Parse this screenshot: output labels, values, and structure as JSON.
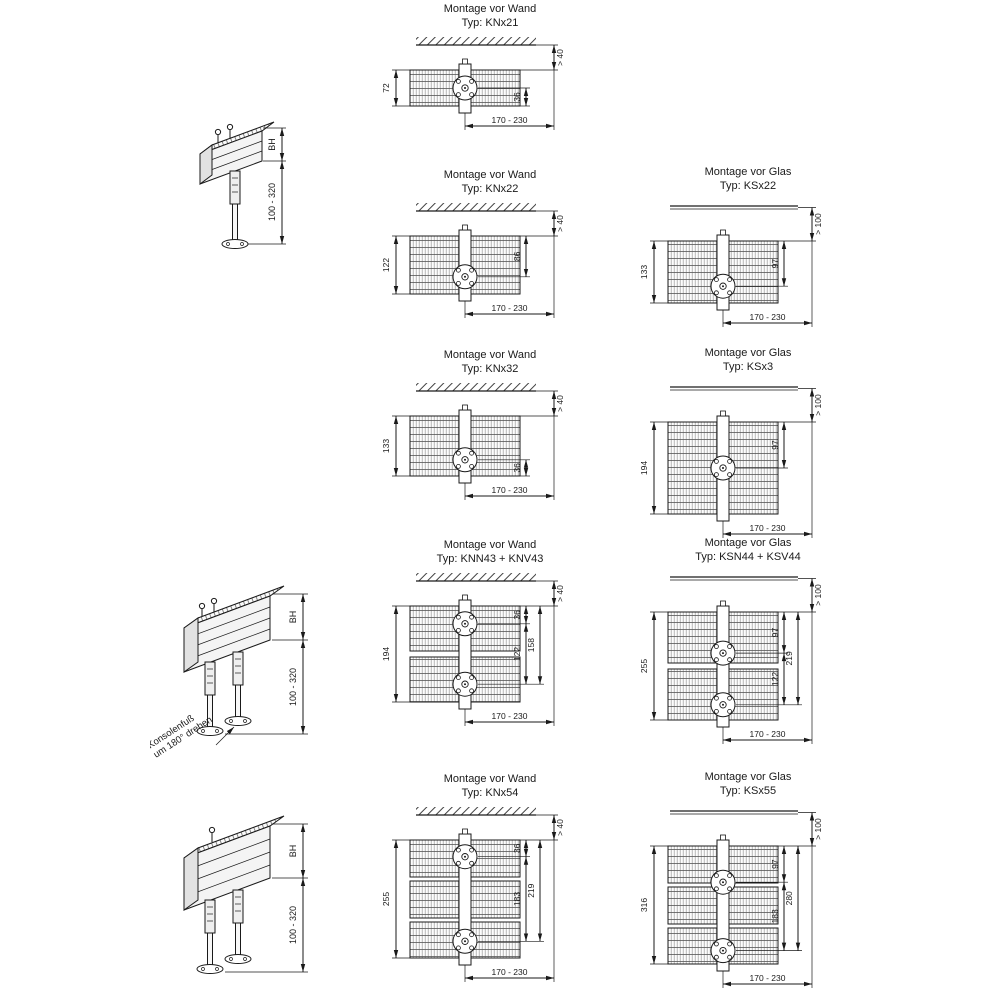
{
  "figures": {
    "fig1": {
      "bh": "BH",
      "range": "100 - 320"
    },
    "fig2": {
      "bh": "BH",
      "range": "100 - 320",
      "note1": "Konsolenfuß",
      "note2": "um 180° drehen"
    },
    "fig3": {
      "bh": "BH",
      "range": "100 - 320"
    }
  },
  "diagrams": {
    "knx21": {
      "title": "Montage vor Wand",
      "type": "Typ: KNx21",
      "gap": "> 40",
      "height": "72",
      "d1": "36",
      "width": "170 - 230"
    },
    "knx22": {
      "title": "Montage vor Wand",
      "type": "Typ: KNx22",
      "gap": "> 40",
      "height": "122",
      "d1": "86",
      "width": "170 - 230"
    },
    "ksx22": {
      "title": "Montage vor Glas",
      "type": "Typ: KSx22",
      "gap": "> 100",
      "height": "133",
      "d1": "97",
      "width": "170 - 230"
    },
    "knx32": {
      "title": "Montage vor Wand",
      "type": "Typ: KNx32",
      "gap": "> 40",
      "height": "133",
      "d1": "36",
      "width": "170 - 230"
    },
    "ksx3": {
      "title": "Montage vor Glas",
      "type": "Typ: KSx3",
      "gap": "> 100",
      "height": "194",
      "d1": "97",
      "width": "170 - 230"
    },
    "knn43": {
      "title": "Montage vor Wand",
      "type": "Typ: KNN43 + KNV43",
      "gap": "> 40",
      "height": "194",
      "d1": "36",
      "d2": "122",
      "d3": "158",
      "width": "170 - 230"
    },
    "ksn44": {
      "title": "Montage vor Glas",
      "type": "Typ: KSN44 + KSV44",
      "gap": "> 100",
      "height": "255",
      "d1": "97",
      "d2": "122",
      "d3": "219",
      "width": "170 - 230"
    },
    "knx54": {
      "title": "Montage vor Wand",
      "type": "Typ: KNx54",
      "gap": "> 40",
      "height": "255",
      "d1": "36",
      "d2": "183",
      "d3": "219",
      "width": "170 - 230"
    },
    "ksx55": {
      "title": "Montage vor Glas",
      "type": "Typ: KSx55",
      "gap": "> 100",
      "height": "316",
      "d1": "97",
      "d2": "183",
      "d3": "280",
      "width": "170 - 230"
    }
  }
}
